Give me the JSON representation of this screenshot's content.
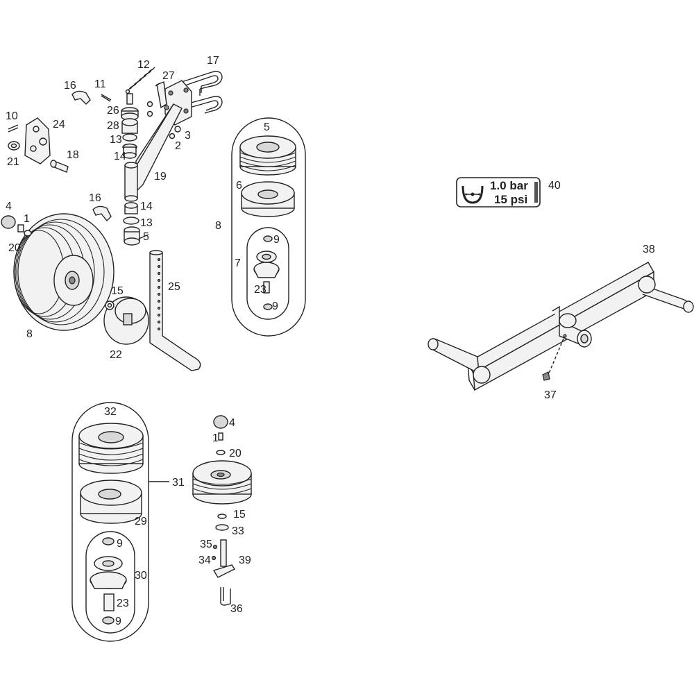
{
  "diagram": {
    "callouts": [
      {
        "id": "c12",
        "text": "12"
      },
      {
        "id": "c27",
        "text": "27"
      },
      {
        "id": "c17",
        "text": "17"
      },
      {
        "id": "c16a",
        "text": "16"
      },
      {
        "id": "c11",
        "text": "11"
      },
      {
        "id": "c26",
        "text": "26"
      },
      {
        "id": "c28",
        "text": "28"
      },
      {
        "id": "c13a",
        "text": "13"
      },
      {
        "id": "c14a",
        "text": "14"
      },
      {
        "id": "c10",
        "text": "10"
      },
      {
        "id": "c24",
        "text": "24"
      },
      {
        "id": "c21",
        "text": "21"
      },
      {
        "id": "c18",
        "text": "18"
      },
      {
        "id": "c3",
        "text": "3"
      },
      {
        "id": "c2",
        "text": "2"
      },
      {
        "id": "c19",
        "text": "19"
      },
      {
        "id": "c16b",
        "text": "16"
      },
      {
        "id": "c14b",
        "text": "14"
      },
      {
        "id": "c13b",
        "text": "13"
      },
      {
        "id": "c5a",
        "text": "5"
      },
      {
        "id": "c4a",
        "text": "4"
      },
      {
        "id": "c1a",
        "text": "1"
      },
      {
        "id": "c20a",
        "text": "20"
      },
      {
        "id": "c25",
        "text": "25"
      },
      {
        "id": "c15a",
        "text": "15"
      },
      {
        "id": "c8a",
        "text": "8"
      },
      {
        "id": "c22",
        "text": "22"
      },
      {
        "id": "c5b",
        "text": "5"
      },
      {
        "id": "c6",
        "text": "6"
      },
      {
        "id": "c8b",
        "text": "8"
      },
      {
        "id": "c9a",
        "text": "9"
      },
      {
        "id": "c7",
        "text": "7"
      },
      {
        "id": "c23a",
        "text": "23"
      },
      {
        "id": "c9b",
        "text": "9"
      },
      {
        "id": "c40",
        "text": "40"
      },
      {
        "id": "c38",
        "text": "38"
      },
      {
        "id": "c37",
        "text": "37"
      },
      {
        "id": "c32",
        "text": "32"
      },
      {
        "id": "c31",
        "text": "31"
      },
      {
        "id": "c29",
        "text": "29"
      },
      {
        "id": "c9c",
        "text": "9"
      },
      {
        "id": "c30",
        "text": "30"
      },
      {
        "id": "c23b",
        "text": "23"
      },
      {
        "id": "c9d",
        "text": "9"
      },
      {
        "id": "c4b",
        "text": "4"
      },
      {
        "id": "c1b",
        "text": "1"
      },
      {
        "id": "c20b",
        "text": "20"
      },
      {
        "id": "c15b",
        "text": "15"
      },
      {
        "id": "c33",
        "text": "33"
      },
      {
        "id": "c35",
        "text": "35"
      },
      {
        "id": "c34",
        "text": "34"
      },
      {
        "id": "c39",
        "text": "39"
      },
      {
        "id": "c36",
        "text": "36"
      }
    ],
    "pressure_badge": {
      "bar": "1.0 bar",
      "psi": "15 psi",
      "icon": "tire-pressure-icon"
    }
  }
}
